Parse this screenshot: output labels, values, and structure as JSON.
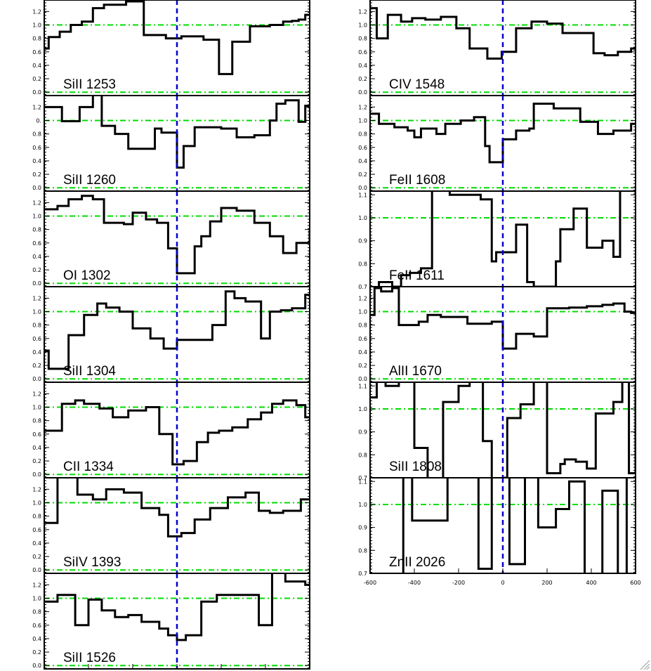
{
  "chart_data": [
    {
      "type": "line",
      "label": "SiII 1253",
      "column": 0,
      "row": 0,
      "ylim": [
        -0.05,
        1.35
      ],
      "yticks": [
        0.0,
        0.2,
        0.4,
        0.6,
        0.8,
        1.0,
        1.2
      ],
      "yticklabels": [
        "0.0",
        "0.2",
        "0.4",
        "0.6",
        "0.8",
        "1.0",
        "1.2"
      ],
      "guides": [
        0.0,
        1.0
      ],
      "x": [
        -600,
        -580,
        -530,
        -480,
        -430,
        -380,
        -330,
        -230,
        -150,
        -50,
        20,
        120,
        190,
        250,
        330,
        420,
        480,
        520,
        550,
        580,
        600
      ],
      "y": [
        0.65,
        0.82,
        0.9,
        1.0,
        1.05,
        1.25,
        1.3,
        1.35,
        0.85,
        0.8,
        0.83,
        0.78,
        0.27,
        0.75,
        0.98,
        1.0,
        1.05,
        1.06,
        1.08,
        1.15,
        1.15
      ]
    },
    {
      "type": "line",
      "label": "SiII 1260",
      "column": 0,
      "row": 1,
      "ylim": [
        -0.05,
        1.35
      ],
      "yticks": [
        0.0,
        0.2,
        0.4,
        0.6,
        0.8,
        1.0,
        1.2
      ],
      "yticklabels": [
        "0.0",
        "0.2",
        "0.4",
        "0.6",
        "0.8",
        "0.",
        "1.2"
      ],
      "guides": [
        0.0,
        1.0
      ],
      "x": [
        -600,
        -550,
        -520,
        -490,
        -440,
        -380,
        -340,
        -280,
        -220,
        -160,
        -100,
        -70,
        0,
        30,
        80,
        130,
        200,
        270,
        350,
        420,
        450,
        490,
        550,
        580,
        600
      ],
      "y": [
        1.2,
        1.2,
        0.99,
        0.99,
        1.2,
        1.38,
        0.92,
        0.8,
        0.58,
        0.58,
        0.88,
        0.82,
        0.3,
        0.62,
        0.9,
        0.9,
        0.88,
        0.75,
        0.78,
        1.0,
        1.25,
        1.3,
        0.98,
        1.22,
        1.2
      ]
    },
    {
      "type": "line",
      "label": "OI 1302",
      "column": 0,
      "row": 2,
      "ylim": [
        -0.05,
        1.35
      ],
      "yticks": [
        0.0,
        0.2,
        0.4,
        0.6,
        0.8,
        1.0,
        1.2
      ],
      "yticklabels": [
        "0.0",
        "0.2",
        "0.4",
        "0.6",
        "0.8",
        "1.0",
        "1.2"
      ],
      "guides": [
        0.0,
        1.0
      ],
      "x": [
        -600,
        -540,
        -490,
        -430,
        -380,
        -330,
        -280,
        -240,
        -200,
        -140,
        -90,
        -40,
        0,
        30,
        80,
        110,
        150,
        200,
        270,
        350,
        420,
        480,
        540,
        600
      ],
      "y": [
        1.1,
        1.15,
        1.25,
        1.3,
        1.25,
        0.9,
        0.9,
        0.88,
        1.05,
        0.95,
        0.9,
        0.52,
        0.15,
        0.15,
        0.55,
        0.7,
        0.92,
        1.12,
        1.08,
        0.9,
        0.7,
        0.45,
        0.6,
        0.8
      ]
    },
    {
      "type": "line",
      "label": "SiII 1304",
      "column": 0,
      "row": 3,
      "ylim": [
        -0.05,
        1.35
      ],
      "yticks": [
        0.0,
        0.2,
        0.4,
        0.6,
        0.8,
        1.0,
        1.2
      ],
      "yticklabels": [
        "0.0",
        "0.2",
        "0.4",
        "0.6",
        "0.8",
        "1.0",
        "1.2"
      ],
      "guides": [
        0.0,
        1.0
      ],
      "x": [
        -600,
        -580,
        -520,
        -490,
        -420,
        -360,
        -320,
        -260,
        -200,
        -120,
        -60,
        0,
        80,
        160,
        220,
        260,
        310,
        380,
        420,
        470,
        520,
        580,
        600
      ],
      "y": [
        0.42,
        0.15,
        0.15,
        0.65,
        0.95,
        1.12,
        1.06,
        1.0,
        0.75,
        0.6,
        0.45,
        0.58,
        0.58,
        0.8,
        1.3,
        1.2,
        1.15,
        0.6,
        1.0,
        1.02,
        1.05,
        1.25,
        1.25
      ]
    },
    {
      "type": "line",
      "label": "CII 1334",
      "column": 0,
      "row": 4,
      "ylim": [
        -0.05,
        1.35
      ],
      "yticks": [
        0.0,
        0.2,
        0.4,
        0.6,
        0.8,
        1.0,
        1.2
      ],
      "yticklabels": [
        "0.0",
        "0.2",
        "0.4",
        "0.6",
        "0.8",
        "1.0",
        "1.2"
      ],
      "guides": [
        0.0,
        1.0
      ],
      "x": [
        -600,
        -580,
        -520,
        -460,
        -420,
        -350,
        -290,
        -220,
        -140,
        -80,
        -20,
        30,
        90,
        140,
        190,
        250,
        320,
        380,
        430,
        480,
        540,
        580,
        600
      ],
      "y": [
        0.65,
        0.65,
        1.05,
        1.1,
        1.05,
        0.98,
        0.85,
        0.95,
        1.0,
        0.6,
        0.15,
        0.2,
        0.48,
        0.62,
        0.65,
        0.7,
        0.82,
        0.92,
        1.05,
        1.1,
        1.03,
        0.85,
        0.85
      ]
    },
    {
      "type": "line",
      "label": "SiIV 1393",
      "column": 0,
      "row": 5,
      "ylim": [
        -0.05,
        1.35
      ],
      "yticks": [
        0.0,
        0.2,
        0.4,
        0.6,
        0.8,
        1.0,
        1.2
      ],
      "yticklabels": [
        "0.0",
        "0.2",
        "0.4",
        "0.6",
        "0.8",
        "1.0",
        "1.2"
      ],
      "guides": [
        0.0,
        1.0
      ],
      "x": [
        -600,
        -580,
        -540,
        -510,
        -450,
        -380,
        -320,
        -240,
        -160,
        -80,
        -40,
        20,
        80,
        150,
        230,
        310,
        370,
        420,
        480,
        560,
        600
      ],
      "y": [
        0.7,
        0.7,
        1.4,
        1.4,
        1.12,
        1.05,
        1.2,
        1.15,
        0.92,
        0.82,
        0.5,
        0.55,
        0.75,
        0.92,
        1.08,
        1.15,
        0.88,
        0.85,
        0.88,
        1.05,
        1.05
      ]
    },
    {
      "type": "line",
      "label": "SiII 1526",
      "column": 0,
      "row": 6,
      "ylim": [
        -0.05,
        1.35
      ],
      "yticks": [
        0.0,
        0.2,
        0.4,
        0.6,
        0.8,
        1.0,
        1.2
      ],
      "yticklabels": [
        "0.0",
        "0.2",
        "0.4",
        "0.6",
        "0.8",
        "1.0",
        "1.2"
      ],
      "guides": [
        0.0,
        1.0
      ],
      "x": [
        -600,
        -540,
        -500,
        -460,
        -400,
        -340,
        -280,
        -220,
        -160,
        -80,
        -40,
        0,
        40,
        110,
        180,
        240,
        300,
        370,
        430,
        490,
        550,
        580,
        600
      ],
      "y": [
        0.95,
        1.05,
        1.05,
        0.6,
        0.98,
        0.82,
        0.72,
        0.75,
        0.65,
        0.55,
        0.45,
        0.38,
        0.45,
        0.95,
        1.05,
        1.05,
        1.05,
        0.6,
        1.4,
        1.25,
        1.25,
        1.2,
        1.2
      ]
    },
    {
      "type": "line",
      "label": "CIV 1548",
      "column": 1,
      "row": 0,
      "ylim": [
        -0.05,
        1.35
      ],
      "yticks": [
        0.0,
        0.2,
        0.4,
        0.6,
        0.8,
        1.0,
        1.2
      ],
      "yticklabels": [
        "0.0",
        "0.2",
        "0.4",
        "0.6",
        "0.8",
        "1.0",
        "1.2"
      ],
      "guides": [
        0.0,
        1.0
      ],
      "x": [
        -600,
        -570,
        -520,
        -460,
        -410,
        -350,
        -280,
        -210,
        -150,
        -70,
        -5,
        20,
        60,
        130,
        200,
        270,
        340,
        410,
        460,
        520,
        580,
        600
      ],
      "y": [
        1.25,
        0.8,
        1.15,
        1.05,
        1.1,
        1.08,
        1.12,
        0.95,
        0.65,
        0.5,
        0.6,
        0.6,
        0.95,
        1.05,
        1.02,
        0.88,
        0.88,
        0.58,
        0.55,
        0.6,
        0.65,
        0.65
      ]
    },
    {
      "type": "line",
      "label": "FeII 1608",
      "column": 1,
      "row": 1,
      "ylim": [
        -0.05,
        1.35
      ],
      "yticks": [
        0.0,
        0.2,
        0.4,
        0.6,
        0.8,
        1.0,
        1.2
      ],
      "yticklabels": [
        "0.0",
        "0.2",
        "0.4",
        "0.6",
        "0.8",
        "1.0",
        "1.2"
      ],
      "guides": [
        0.0,
        1.0
      ],
      "x": [
        -600,
        -560,
        -490,
        -430,
        -400,
        -370,
        -300,
        -260,
        -190,
        -130,
        -80,
        -60,
        0,
        60,
        120,
        140,
        230,
        350,
        430,
        500,
        580,
        600
      ],
      "y": [
        1.1,
        0.95,
        0.9,
        0.85,
        0.75,
        0.88,
        0.8,
        0.95,
        1.0,
        1.05,
        0.62,
        0.38,
        0.72,
        0.85,
        0.88,
        1.25,
        1.18,
        0.98,
        0.8,
        0.85,
        0.95,
        0.95
      ]
    },
    {
      "type": "line",
      "label": "FeII 1611",
      "column": 1,
      "row": 2,
      "ylim": [
        0.7,
        1.11
      ],
      "yticks": [
        0.7,
        0.8,
        0.9,
        1.0,
        1.1
      ],
      "yticklabels": [
        "0.7",
        "0.8",
        "0.9",
        "1.0",
        "1.1"
      ],
      "guides": [
        1.0
      ],
      "x": [
        -600,
        -560,
        -500,
        -460,
        -420,
        -370,
        -320,
        -240,
        -180,
        -100,
        -50,
        -30,
        20,
        60,
        110,
        140,
        180,
        240,
        260,
        320,
        380,
        450,
        500,
        530,
        560,
        600
      ],
      "y": [
        0.6,
        0.72,
        0.7,
        0.75,
        0.76,
        0.78,
        1.13,
        1.1,
        1.1,
        1.08,
        0.81,
        0.85,
        0.85,
        0.97,
        0.72,
        0.7,
        0.7,
        0.81,
        0.95,
        1.04,
        0.87,
        0.9,
        0.83,
        1.12,
        1.12,
        1.1
      ]
    },
    {
      "type": "line",
      "label": "AlII 1670",
      "column": 1,
      "row": 3,
      "ylim": [
        -0.05,
        1.35
      ],
      "yticks": [
        0.0,
        0.2,
        0.4,
        0.6,
        0.8,
        1.0,
        1.2
      ],
      "yticklabels": [
        "0.0",
        "0.2",
        "0.4",
        "0.6",
        "0.8",
        "1.0",
        "1.2"
      ],
      "guides": [
        0.0,
        1.0
      ],
      "x": [
        -600,
        -580,
        -550,
        -500,
        -470,
        -430,
        -380,
        -340,
        -280,
        -220,
        -160,
        -100,
        -50,
        0,
        60,
        100,
        140,
        180,
        200,
        240,
        300,
        380,
        450,
        500,
        550,
        580,
        600
      ],
      "y": [
        0.95,
        1.35,
        1.3,
        1.35,
        0.8,
        0.8,
        0.85,
        0.95,
        0.92,
        0.92,
        0.82,
        0.82,
        0.85,
        0.45,
        0.67,
        0.67,
        0.63,
        0.63,
        1.05,
        1.05,
        1.06,
        1.08,
        1.1,
        1.12,
        1.0,
        0.98,
        0.98
      ]
    },
    {
      "type": "line",
      "label": "SiII 1808",
      "column": 1,
      "row": 4,
      "ylim": [
        0.7,
        1.11
      ],
      "yticks": [
        0.7,
        0.8,
        0.9,
        1.0,
        1.1
      ],
      "yticklabels": [
        "0.7",
        "0.8",
        "0.9",
        "1.0",
        "1.1"
      ],
      "guides": [
        1.0
      ],
      "x": [
        -600,
        -570,
        -530,
        -470,
        -400,
        -340,
        -270,
        -200,
        -150,
        -90,
        -50,
        0,
        20,
        80,
        140,
        200,
        260,
        280,
        330,
        380,
        420,
        480,
        500,
        540,
        570,
        600
      ],
      "y": [
        1.05,
        1.12,
        1.1,
        1.12,
        0.83,
        0.67,
        1.03,
        1.1,
        1.12,
        0.86,
        0.68,
        0.7,
        0.96,
        1.02,
        1.12,
        0.72,
        0.76,
        0.78,
        0.77,
        0.74,
        0.98,
        0.98,
        1.03,
        1.12,
        0.72,
        1.1
      ]
    },
    {
      "type": "line",
      "label": "ZnII 2026",
      "column": 1,
      "row": 5,
      "ylim": [
        0.7,
        1.11
      ],
      "yticks": [
        0.7,
        0.8,
        0.9,
        1.0,
        1.1
      ],
      "yticklabels": [
        "0.7",
        "0.8",
        "0.9",
        "1.0",
        "1.1"
      ],
      "guides": [
        1.0
      ],
      "x": [
        -600,
        -580,
        -450,
        -410,
        -340,
        -250,
        -200,
        -110,
        -50,
        30,
        100,
        160,
        240,
        300,
        370,
        450,
        520,
        560,
        600
      ],
      "y": [
        0.6,
        0.6,
        1.12,
        0.93,
        0.93,
        1.12,
        1.12,
        0.72,
        1.12,
        0.74,
        1.12,
        0.9,
        0.98,
        1.1,
        0.6,
        1.06,
        0.6,
        1.12,
        1.12
      ]
    }
  ],
  "x_axis": {
    "xlim": [
      -600,
      600
    ],
    "ticks": [
      -600,
      -400,
      -200,
      0,
      200,
      400,
      600
    ],
    "ticklabels": [
      "-600",
      "-400",
      "-200",
      "0",
      "200",
      "400",
      "600"
    ]
  },
  "colors": {
    "histogram": "#000000",
    "guide_lines": "#00dd00",
    "zero_velocity_line": "#0000cc"
  },
  "decorations": {
    "resize_grip": "resize-grip-icon"
  }
}
